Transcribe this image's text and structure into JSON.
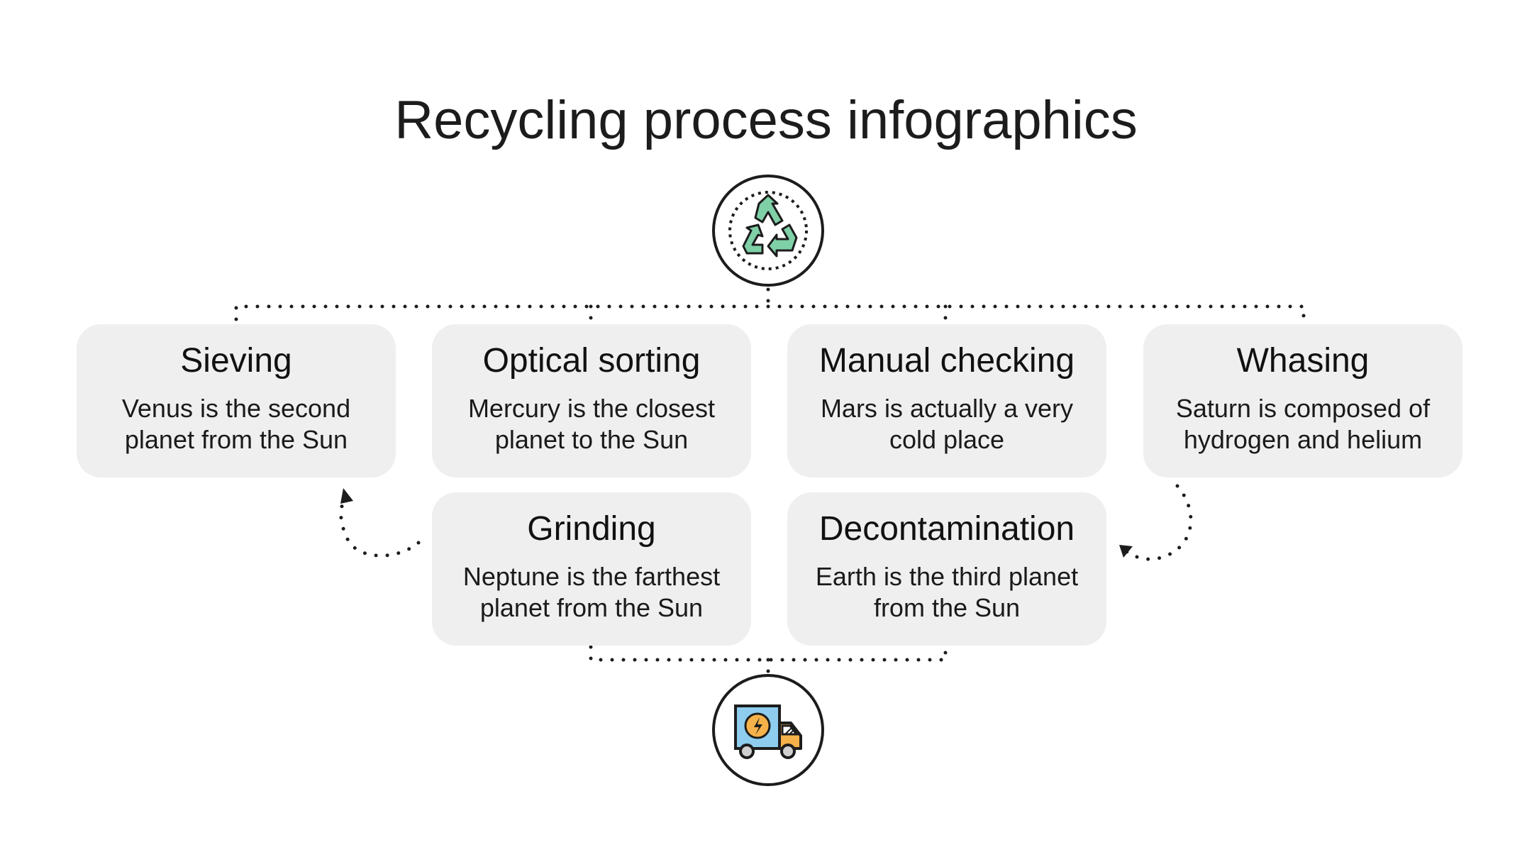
{
  "title": "Recycling process infographics",
  "icons": {
    "top": "recycle-icon",
    "bottom": "electric-truck-icon"
  },
  "colors": {
    "card_background": "#efefef",
    "recycle_green": "#7fd0a6",
    "truck_blue": "#8ecdee",
    "truck_orange": "#f6b24a",
    "outline": "#1c1c1c"
  },
  "steps": [
    {
      "title": "Sieving",
      "desc_line1": "Venus is the second",
      "desc_line2": "planet from the Sun"
    },
    {
      "title": "Optical sorting",
      "desc_line1": "Mercury is the closest",
      "desc_line2": "planet to the Sun"
    },
    {
      "title": "Manual checking",
      "desc_line1": "Mars is actually a very",
      "desc_line2": "cold place"
    },
    {
      "title": "Whasing",
      "desc_line1": "Saturn is composed of",
      "desc_line2": "hydrogen and helium"
    },
    {
      "title": "Grinding",
      "desc_line1": "Neptune is the farthest",
      "desc_line2": "planet from the Sun"
    },
    {
      "title": "Decontamination",
      "desc_line1": "Earth is the third planet",
      "desc_line2": "from the Sun"
    }
  ]
}
